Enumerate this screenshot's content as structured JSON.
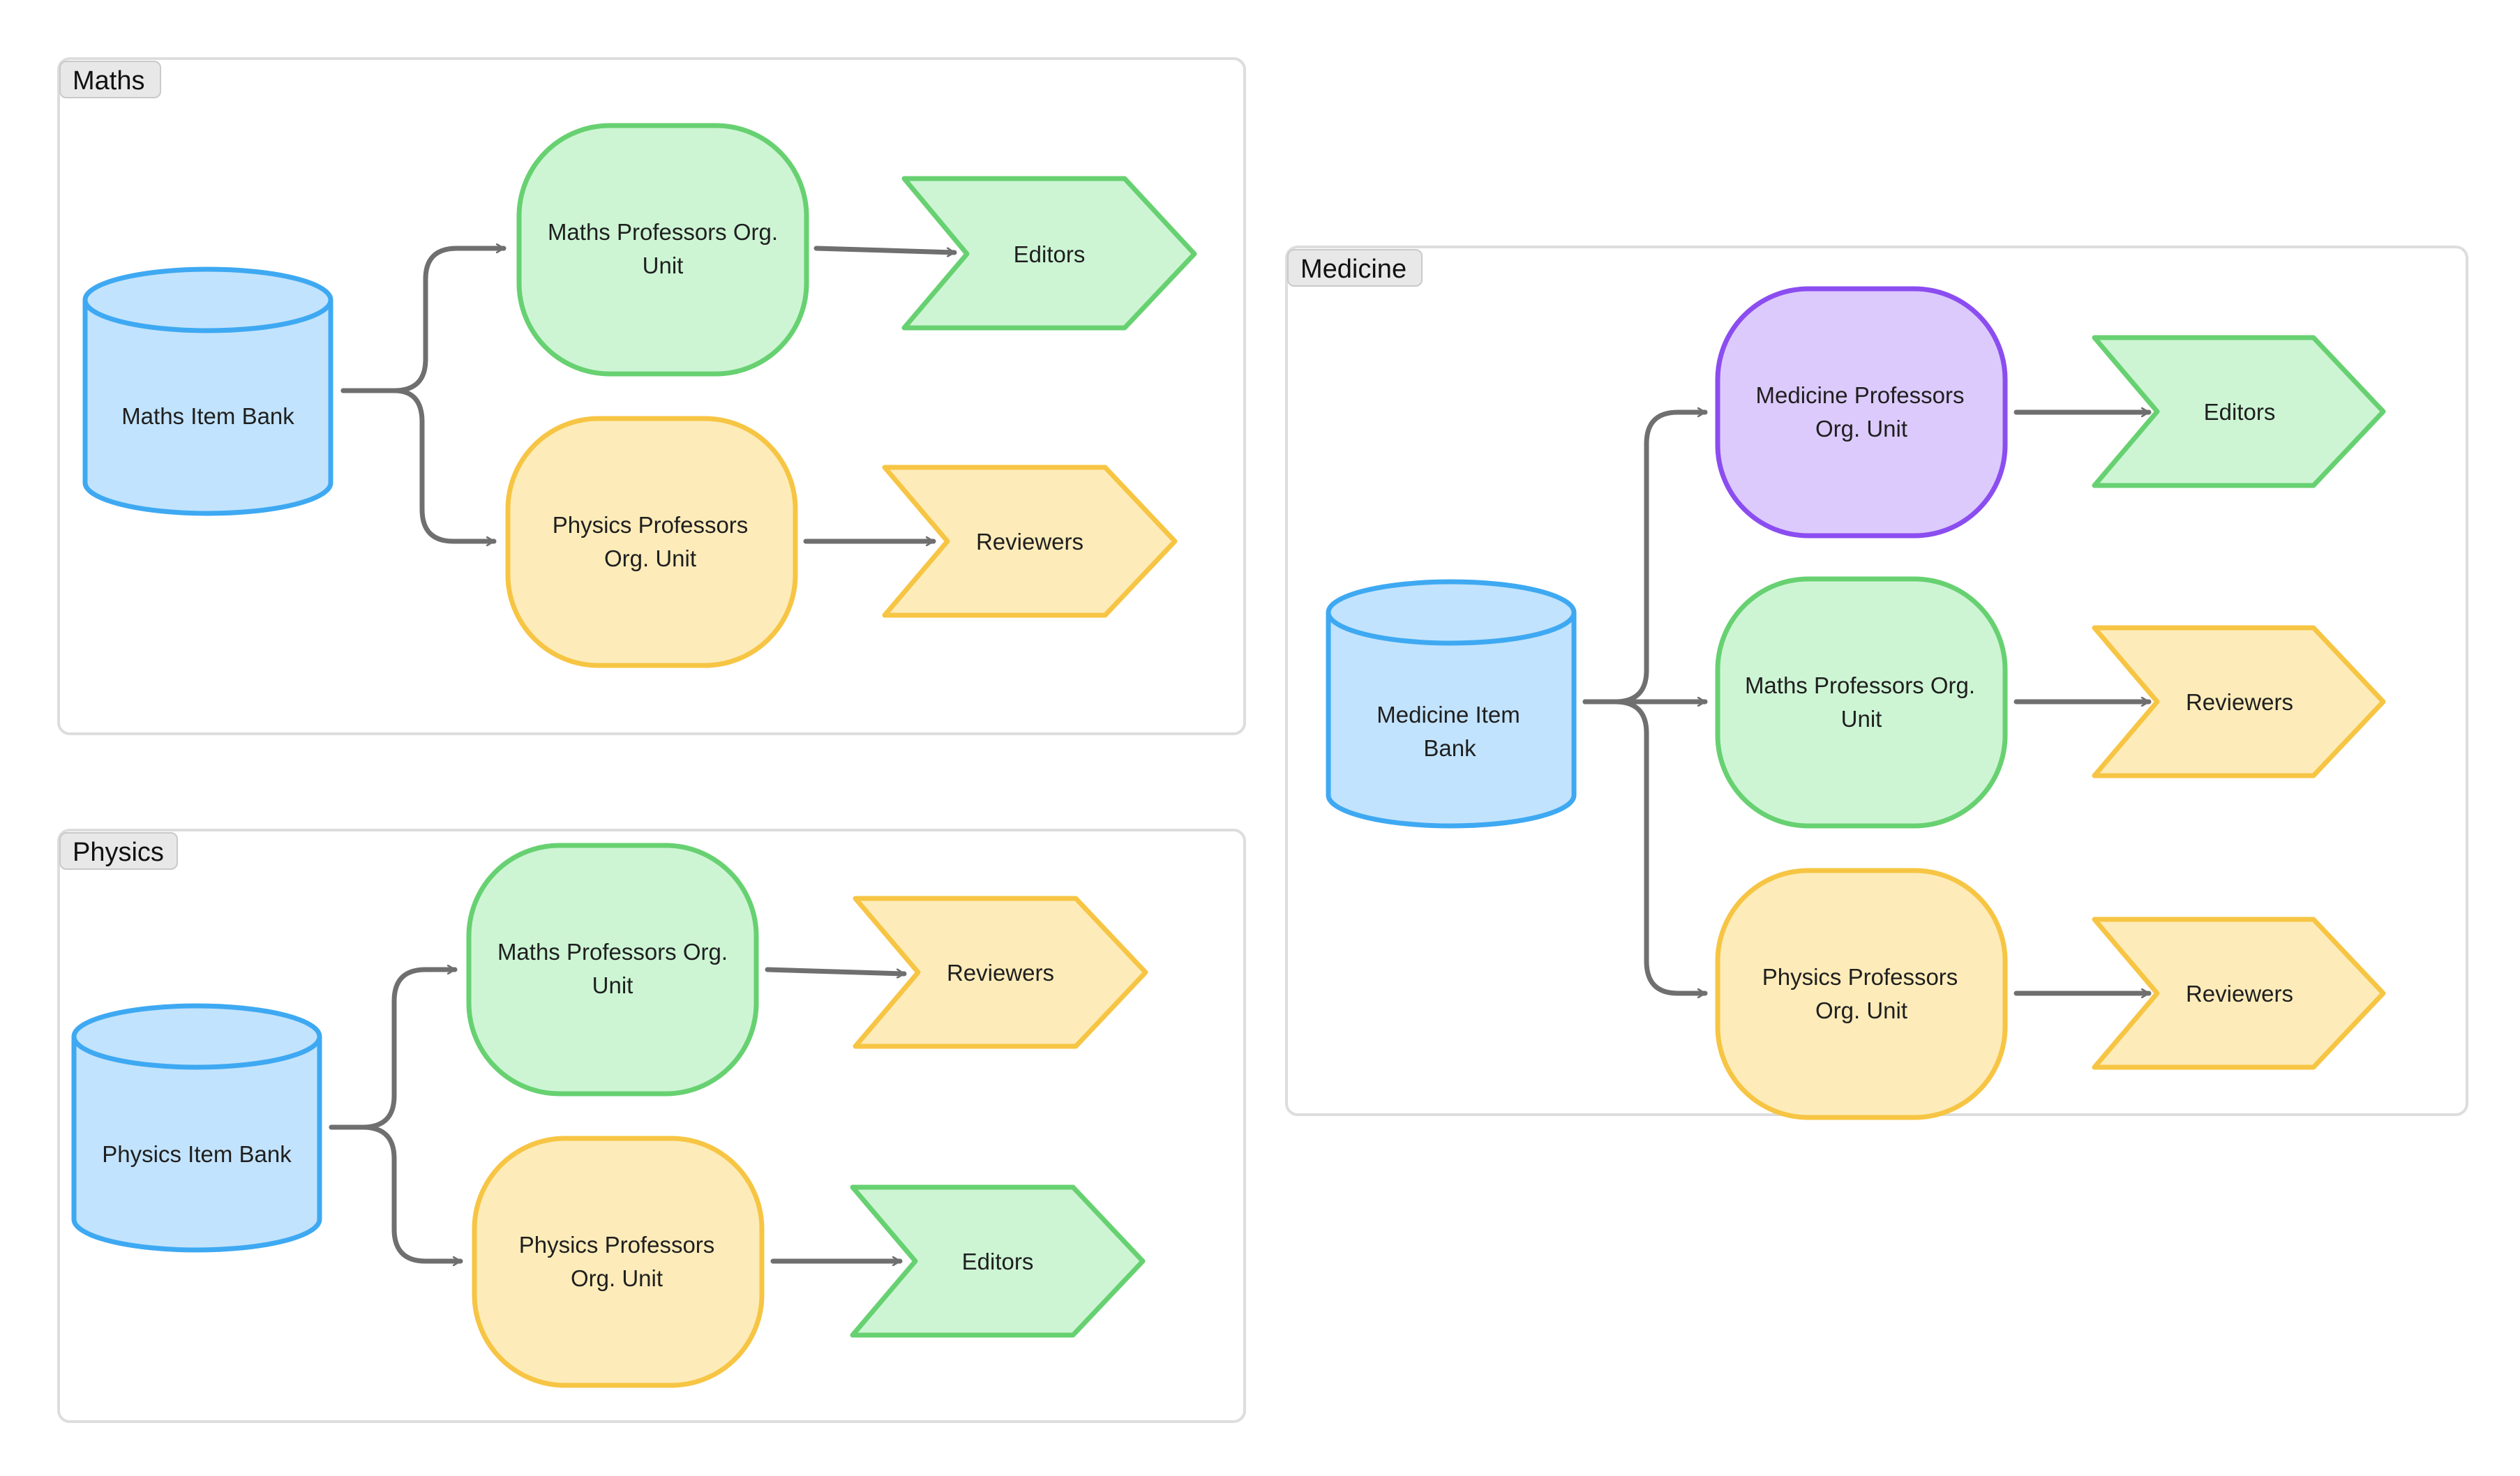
{
  "colors": {
    "blue_fill": "#c2e3fd",
    "blue_stroke": "#3ea9f2",
    "green_fill": "#cdf5d4",
    "green_stroke": "#67d171",
    "yellow_fill": "#fdecb9",
    "yellow_stroke": "#f7c544",
    "purple_fill": "#dccafd",
    "purple_stroke": "#8b4df0",
    "connector": "#6f6f6f",
    "group_border": "#dddddd",
    "label_bg": "#e8e8e8"
  },
  "groups": {
    "maths": {
      "title": "Maths",
      "item_bank": [
        "Maths Item Bank"
      ],
      "unit_top": [
        "Maths Professors Org.",
        "Unit"
      ],
      "unit_bottom": [
        "Physics Professors",
        "Org. Unit"
      ],
      "role_top": "Editors",
      "role_bottom": "Reviewers"
    },
    "physics": {
      "title": "Physics",
      "item_bank": [
        "Physics Item Bank"
      ],
      "unit_top": [
        "Maths Professors Org.",
        "Unit"
      ],
      "unit_bottom": [
        "Physics Professors",
        "Org. Unit"
      ],
      "role_top": "Reviewers",
      "role_bottom": "Editors"
    },
    "medicine": {
      "title": "Medicine",
      "item_bank": [
        "Medicine Item",
        "Bank"
      ],
      "unit_top": [
        "Medicine Professors",
        "Org. Unit"
      ],
      "unit_middle": [
        "Maths Professors Org.",
        "Unit"
      ],
      "unit_bottom": [
        "Physics Professors",
        "Org. Unit"
      ],
      "role_top": "Editors",
      "role_middle": "Reviewers",
      "role_bottom": "Reviewers"
    }
  }
}
